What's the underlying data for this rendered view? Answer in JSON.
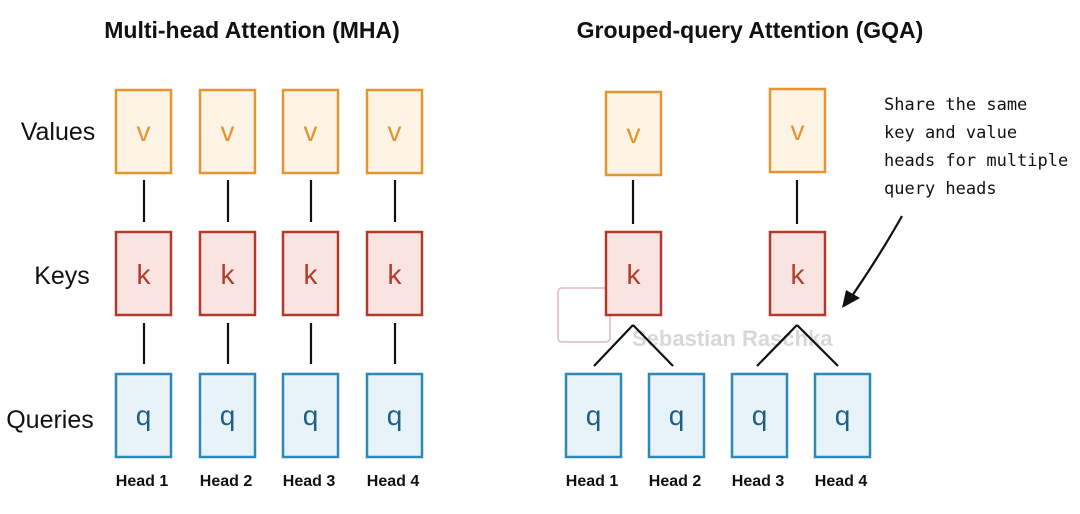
{
  "titles": {
    "mha": "Multi-head Attention (MHA)",
    "gqa": "Grouped-query Attention (GQA)"
  },
  "row_labels": {
    "values": "Values",
    "keys": "Keys",
    "queries": "Queries"
  },
  "box_letters": {
    "value": "v",
    "key": "k",
    "query": "q"
  },
  "heads": {
    "mha": [
      "Head 1",
      "Head 2",
      "Head 3",
      "Head 4"
    ],
    "gqa": [
      "Head 1",
      "Head 2",
      "Head 3",
      "Head 4"
    ]
  },
  "annotation": {
    "lines": [
      "Share the same",
      "key and value",
      "heads for multiple",
      "query heads"
    ]
  },
  "watermark": "Sebastian Raschka",
  "colors": {
    "value_stroke": "#e3962f",
    "value_fill": "#fdf4e6",
    "value_text": "#e3962f",
    "key_stroke": "#b33a2b",
    "key_fill": "#f9e4e1",
    "key_text": "#b33a2b",
    "query_stroke": "#2f88b5",
    "query_fill": "#e8f3f9",
    "query_text": "#1f5e87"
  }
}
